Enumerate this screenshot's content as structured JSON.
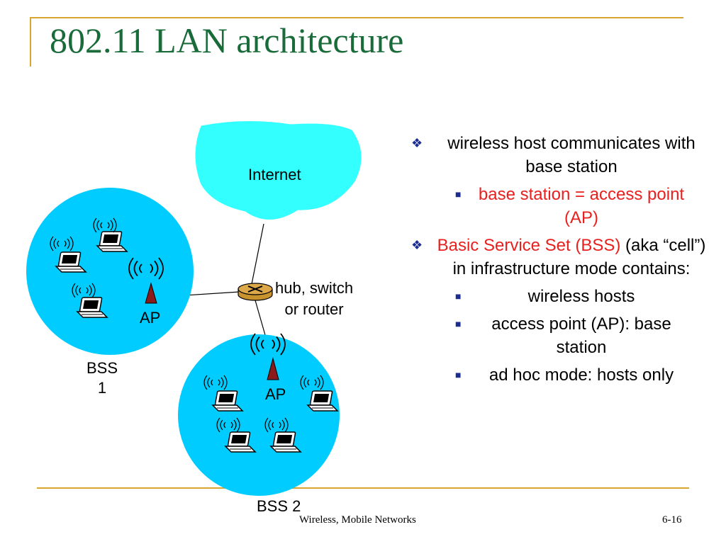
{
  "title": "802.11 LAN architecture",
  "diagram": {
    "cloud_label": "Internet",
    "router_label_line1": "hub, switch",
    "router_label_line2": "or router",
    "ap_label_1": "AP",
    "ap_label_2": "AP",
    "bss1_label_line1": "BSS",
    "bss1_label_line2": "1",
    "bss2_label": "BSS 2",
    "colors": {
      "cell_fill": "#00ccff",
      "cloud_fill": "#33ffff",
      "ap_fill": "#8b1a1a",
      "router_fill": "#c8932e"
    }
  },
  "bullets": [
    {
      "level": 1,
      "parts": [
        {
          "text": "wireless host communicates with base station",
          "red": false
        }
      ]
    },
    {
      "level": 2,
      "parts": [
        {
          "text": "base station = access point (AP)",
          "red": true
        }
      ]
    },
    {
      "level": 1,
      "parts": [
        {
          "text": "Basic Service Set (BSS)",
          "red": true
        },
        {
          "text": " (aka “cell”) in infrastructure mode contains:",
          "red": false
        }
      ]
    },
    {
      "level": 2,
      "parts": [
        {
          "text": "wireless hosts",
          "red": false
        }
      ]
    },
    {
      "level": 2,
      "parts": [
        {
          "text": "access point (AP): base station",
          "red": false
        }
      ]
    },
    {
      "level": 2,
      "parts": [
        {
          "text": "ad hoc mode: hosts only",
          "red": false
        }
      ]
    }
  ],
  "footer": {
    "center": "Wireless, Mobile Networks",
    "page": "6-16"
  },
  "theme": {
    "accent": "#d9a62e",
    "title_color": "#1a6b3a",
    "bullet_glyph_color": "#1b2e8f",
    "highlight": "#e8201e"
  }
}
